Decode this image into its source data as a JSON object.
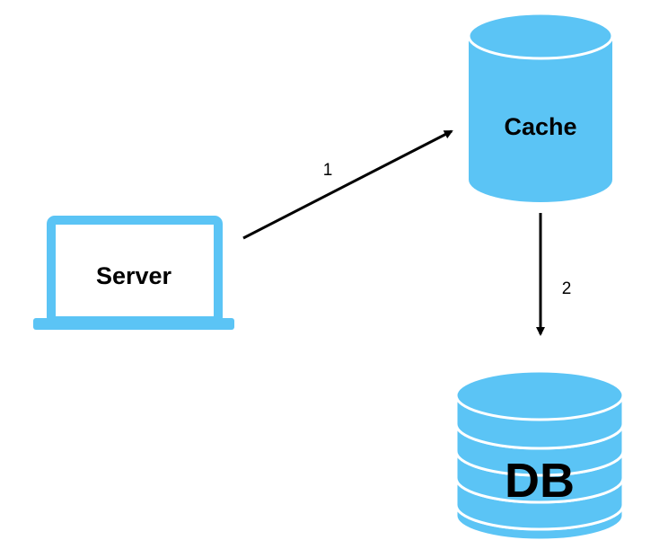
{
  "colors": {
    "node_fill": "#5bc4f5",
    "node_stroke": "#ffffff",
    "arrow": "#000000",
    "background": "#ffffff"
  },
  "nodes": {
    "server": {
      "label": "Server",
      "icon": "laptop-icon"
    },
    "cache": {
      "label": "Cache",
      "icon": "cylinder-icon"
    },
    "db": {
      "label": "DB",
      "icon": "database-icon"
    }
  },
  "edges": [
    {
      "from": "server",
      "to": "cache",
      "label": "1"
    },
    {
      "from": "cache",
      "to": "db",
      "label": "2"
    }
  ]
}
